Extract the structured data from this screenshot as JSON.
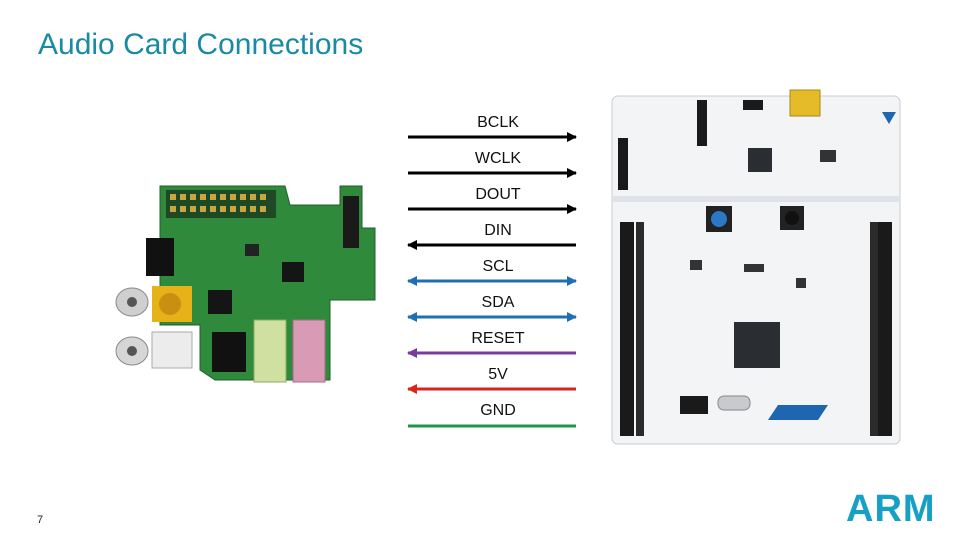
{
  "slide": {
    "title": "Audio Card Connections",
    "page_number": "7",
    "logo_text": "ARM"
  },
  "signals": [
    {
      "label": "BCLK",
      "direction": "right",
      "color": "#000000"
    },
    {
      "label": "WCLK",
      "direction": "right",
      "color": "#000000"
    },
    {
      "label": "DOUT",
      "direction": "right",
      "color": "#000000"
    },
    {
      "label": "DIN",
      "direction": "left",
      "color": "#000000"
    },
    {
      "label": "SCL",
      "direction": "both",
      "color": "#1f6fb4"
    },
    {
      "label": "SDA",
      "direction": "both",
      "color": "#1f6fb4"
    },
    {
      "label": "RESET",
      "direction": "left",
      "color": "#7a3c9a"
    },
    {
      "label": "5V",
      "direction": "left",
      "color": "#d8261c"
    },
    {
      "label": "GND",
      "direction": "none",
      "color": "#1a9a48"
    }
  ],
  "colors": {
    "title": "#1a8aa3",
    "logo": "#17a0c6",
    "pcb_green": "#2f8a3c",
    "nucleo_board": "#f2f4f6"
  },
  "images": [
    {
      "name": "audio-card-board-image"
    },
    {
      "name": "nucleo-board-image"
    }
  ]
}
